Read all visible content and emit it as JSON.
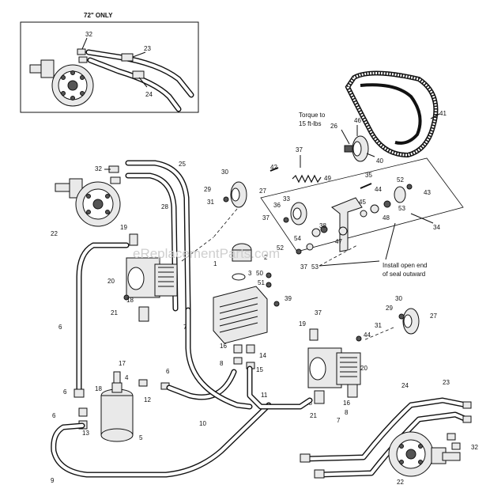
{
  "inset": {
    "title": "72\" ONLY"
  },
  "notes": {
    "torque_line1": "Torque to",
    "torque_line2": "15 ft-lbs",
    "install_line1": "Install open end",
    "install_line2": "of seal outward"
  },
  "watermark": "eReplacementParts.com",
  "callouts": {
    "c32a": "32",
    "c23a": "23",
    "c24a": "24",
    "c41": "41",
    "c26": "26",
    "c46": "46",
    "c40": "40",
    "c37a": "37",
    "c42": "42",
    "c49": "49",
    "c30a": "30",
    "c27a": "27",
    "c29a": "29",
    "c31a": "31",
    "c33": "33",
    "c37b": "37",
    "c36": "36",
    "c35": "35",
    "c52": "52",
    "c43": "43",
    "c44": "44",
    "c45": "45",
    "c53": "53",
    "c48": "48",
    "c34": "34",
    "c38": "38",
    "c54": "54",
    "c47": "47",
    "c52b": "52",
    "c2": "2",
    "c25": "25",
    "c37c": "37",
    "c32b": "32",
    "c28": "28",
    "c22a": "22",
    "c19a": "19",
    "c1": "1",
    "c3": "3",
    "c50": "50",
    "c51": "51",
    "c20a": "20",
    "c39": "39",
    "c37d": "37",
    "c6a": "6",
    "c21a": "21",
    "c18a": "18",
    "c7a": "7",
    "c29b": "29",
    "c30b": "30",
    "c27b": "27",
    "c31b": "31",
    "c19b": "19",
    "c44b": "44",
    "c16a": "16",
    "c14": "14",
    "c8a": "8",
    "c15": "15",
    "c20b": "20",
    "c17": "17",
    "c4": "4",
    "c6b": "6",
    "c18b": "18",
    "c12": "12",
    "c6c": "6",
    "c13": "13",
    "c5": "5",
    "c6d": "6",
    "c10": "10",
    "c11": "11",
    "c21b": "21",
    "c16b": "16",
    "c8b": "8",
    "c7b": "7",
    "c24b": "24",
    "c23b": "23",
    "c32c": "32",
    "c22b": "22",
    "c9": "9"
  }
}
